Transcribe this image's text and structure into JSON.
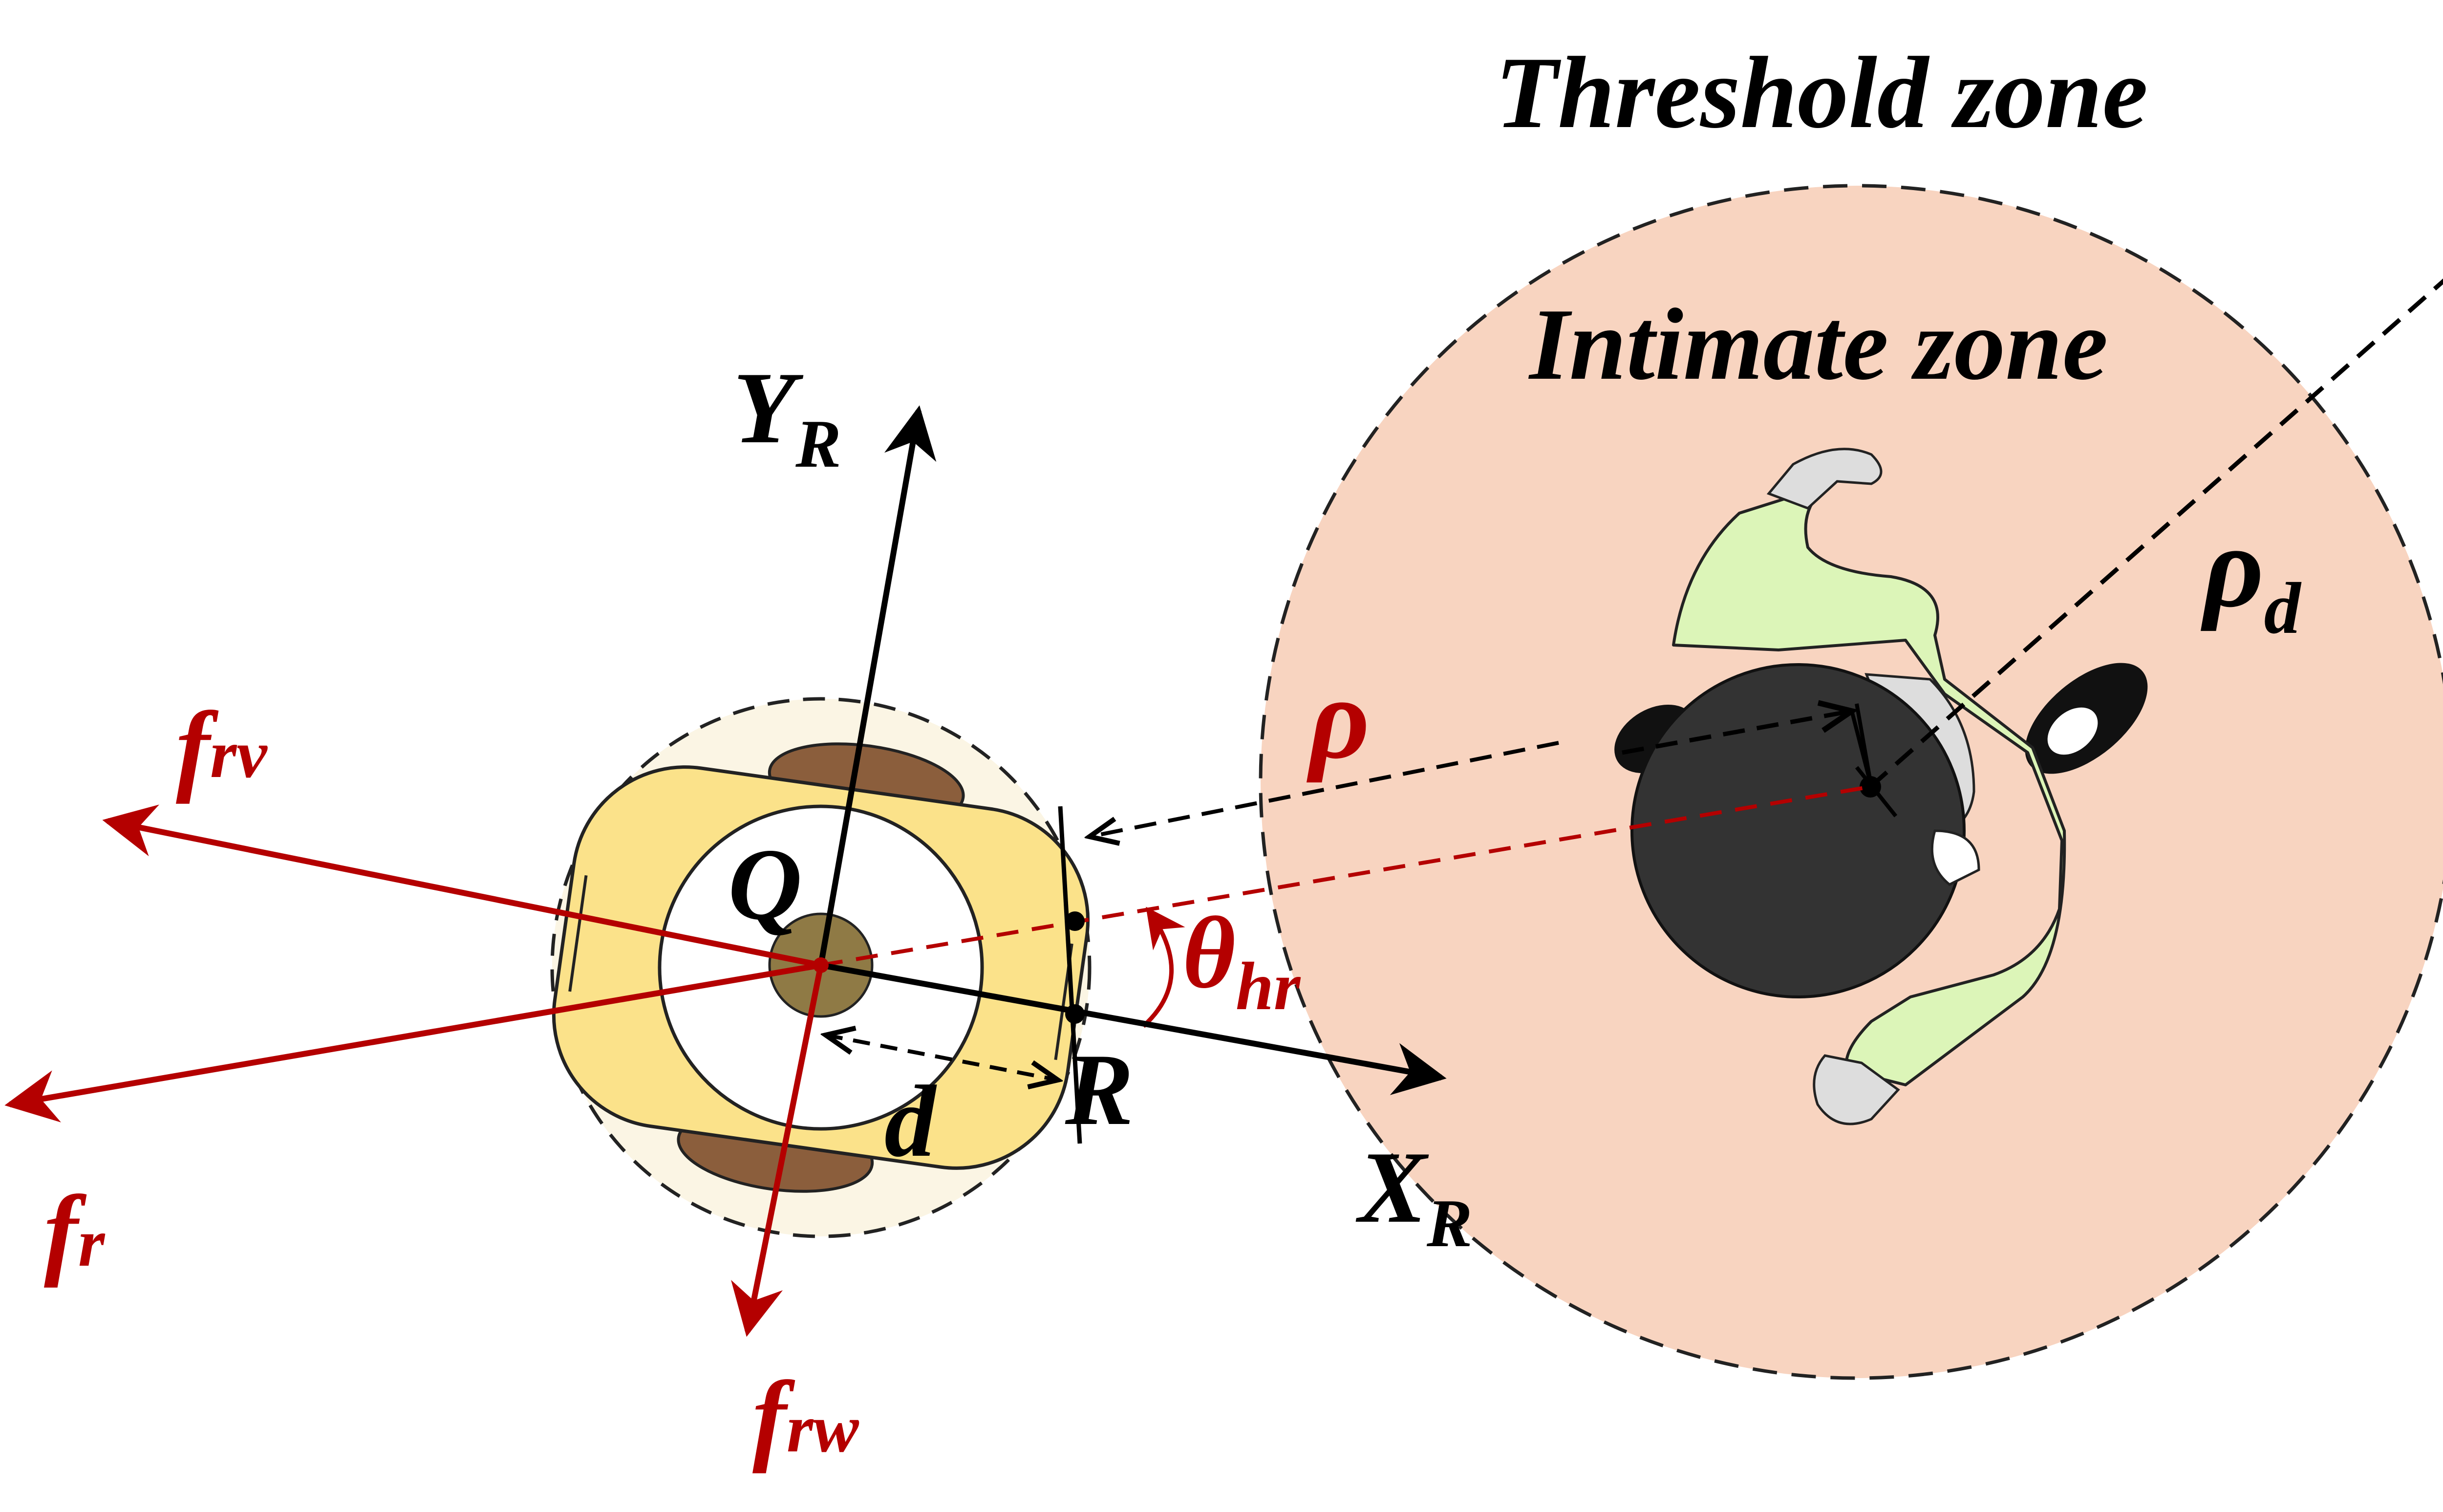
{
  "diagram": {
    "zones": {
      "threshold": "Threshold zone",
      "intimate": "Intimate zone"
    },
    "robot_frame": {
      "y_axis": {
        "main": "Y",
        "sub": "R"
      },
      "x_axis": {
        "main": "X",
        "sub": "R"
      },
      "center_point": "Q",
      "reference_point": "R",
      "distance": "d"
    },
    "human": {
      "distance": "ρ",
      "desired_distance": {
        "main": "ρ",
        "sub": "d"
      },
      "angle": {
        "main": "θ",
        "sub": "hr"
      }
    },
    "forces": {
      "fr": {
        "main": "f",
        "sub": "r"
      },
      "frv": {
        "main": "f",
        "sub": "rv"
      },
      "frw": {
        "main": "f",
        "sub": "rw"
      }
    },
    "colors": {
      "intimate_zone_fill": "#f8d4c0",
      "robot_zone_fill": "#fbf5e4",
      "robot_body": "#fbe28a",
      "robot_wheels": "#8b5e3c",
      "robot_hub": "#8f7a45",
      "human_shirt": "#dcf5b8",
      "human_hair": "#333333",
      "force_red": "#b40000",
      "axis_black": "#000000"
    }
  }
}
